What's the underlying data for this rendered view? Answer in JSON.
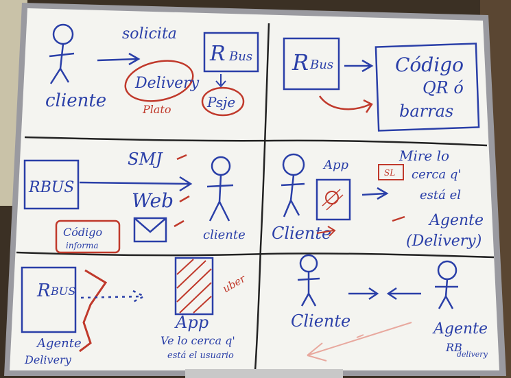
{
  "colors": {
    "board": "#f4f4f0",
    "frame": "#9a9aa0",
    "blue_marker": "#2a3fa8",
    "red_marker": "#c0392b",
    "black_marker": "#222222",
    "wall": "#3b3024"
  },
  "panel1": {
    "solicita": "solicita",
    "cliente": "cliente",
    "delivery": "Delivery",
    "rbus_r": "R",
    "rbus_bus": "Bus",
    "pasaje": "Psje",
    "plate": "Plato"
  },
  "panel2": {
    "rbus_r": "R",
    "rbus_bus": "Bus",
    "codigo": "Código",
    "qr_o": "QR ó",
    "barras": "barras"
  },
  "panel3": {
    "rbus": "RBUS",
    "smj": "SMJ",
    "web": "Web",
    "cliente": "cliente",
    "codigo": "Código",
    "informa": "informa"
  },
  "panel4": {
    "app": "App",
    "cliente": "Cliente",
    "sl": "SL",
    "mire_line1": "Mire lo",
    "mire_line2": "cerca q'",
    "mire_line3": "está el",
    "mire_line4": "Agente",
    "mire_line5": "(Delivery)"
  },
  "panel5": {
    "rbus_r": "R",
    "rbus_bus": "BUS",
    "agente_line1": "Agente",
    "agente_line2": "Delivery",
    "app": "App",
    "ve_line1": "Ve lo cerca q'",
    "ve_line2": "está el usuario",
    "uber": "uber"
  },
  "panel6": {
    "cliente": "Cliente",
    "agente": "Agente",
    "rb": "RB",
    "delivery": "delivery"
  }
}
